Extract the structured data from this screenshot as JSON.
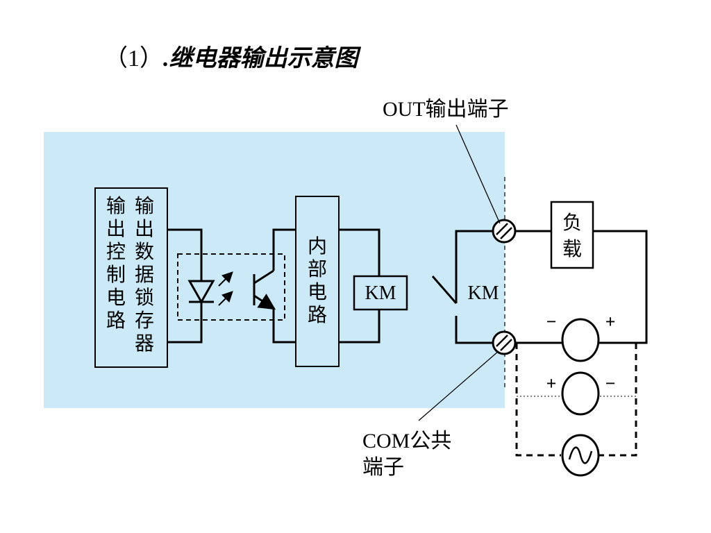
{
  "title": {
    "prefix": "（1）",
    "main": ".继电器输出示意图"
  },
  "labels": {
    "out_terminal": "OUT输出端子",
    "com_terminal_line1": "COM公共",
    "com_terminal_line2": "端子",
    "relay_coil": "KM",
    "relay_contact": "KM",
    "load_chars": [
      "负",
      "载"
    ],
    "output_control_chars": [
      "输",
      "出",
      "控",
      "制",
      "电",
      "路"
    ],
    "output_latch_chars": [
      "输",
      "出",
      "数",
      "据",
      "锁",
      "存",
      "器"
    ],
    "internal_circuit_chars": [
      "内",
      "部",
      "电",
      "路"
    ],
    "dc_source1_minus": "−",
    "dc_source1_plus": "+",
    "dc_source2_plus": "+",
    "dc_source2_minus": "−"
  },
  "colors": {
    "panel_background": "#cce9f8",
    "line": "#000000"
  }
}
